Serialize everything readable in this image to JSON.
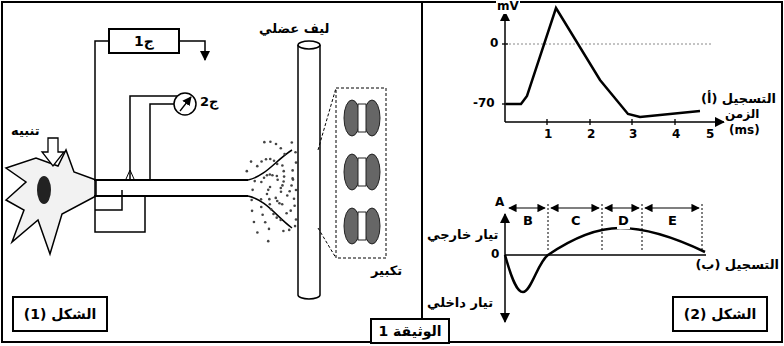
{
  "diagram": {
    "nodes": [
      {
        "text": [
          "ج1"
        ]
      },
      {
        "text": [
          "الشكل (1)"
        ]
      },
      {
        "text": [
          "الوثيقة 1"
        ]
      },
      {
        "text": [
          "الشكل (2)"
        ]
      }
    ],
    "labels": [
      "ج2",
      "تنبيه",
      "ليف عضلي",
      "تكبير",
      "mV",
      "0",
      "-70",
      "التسجيل (أ)",
      "الزمن",
      "(ms)",
      "1",
      "2",
      "3",
      "4",
      "5",
      "A",
      "B",
      "C",
      "D",
      "E",
      "تيار خارجي",
      "0",
      "التسجيل (ب)",
      "تيار داخلي"
    ]
  }
}
